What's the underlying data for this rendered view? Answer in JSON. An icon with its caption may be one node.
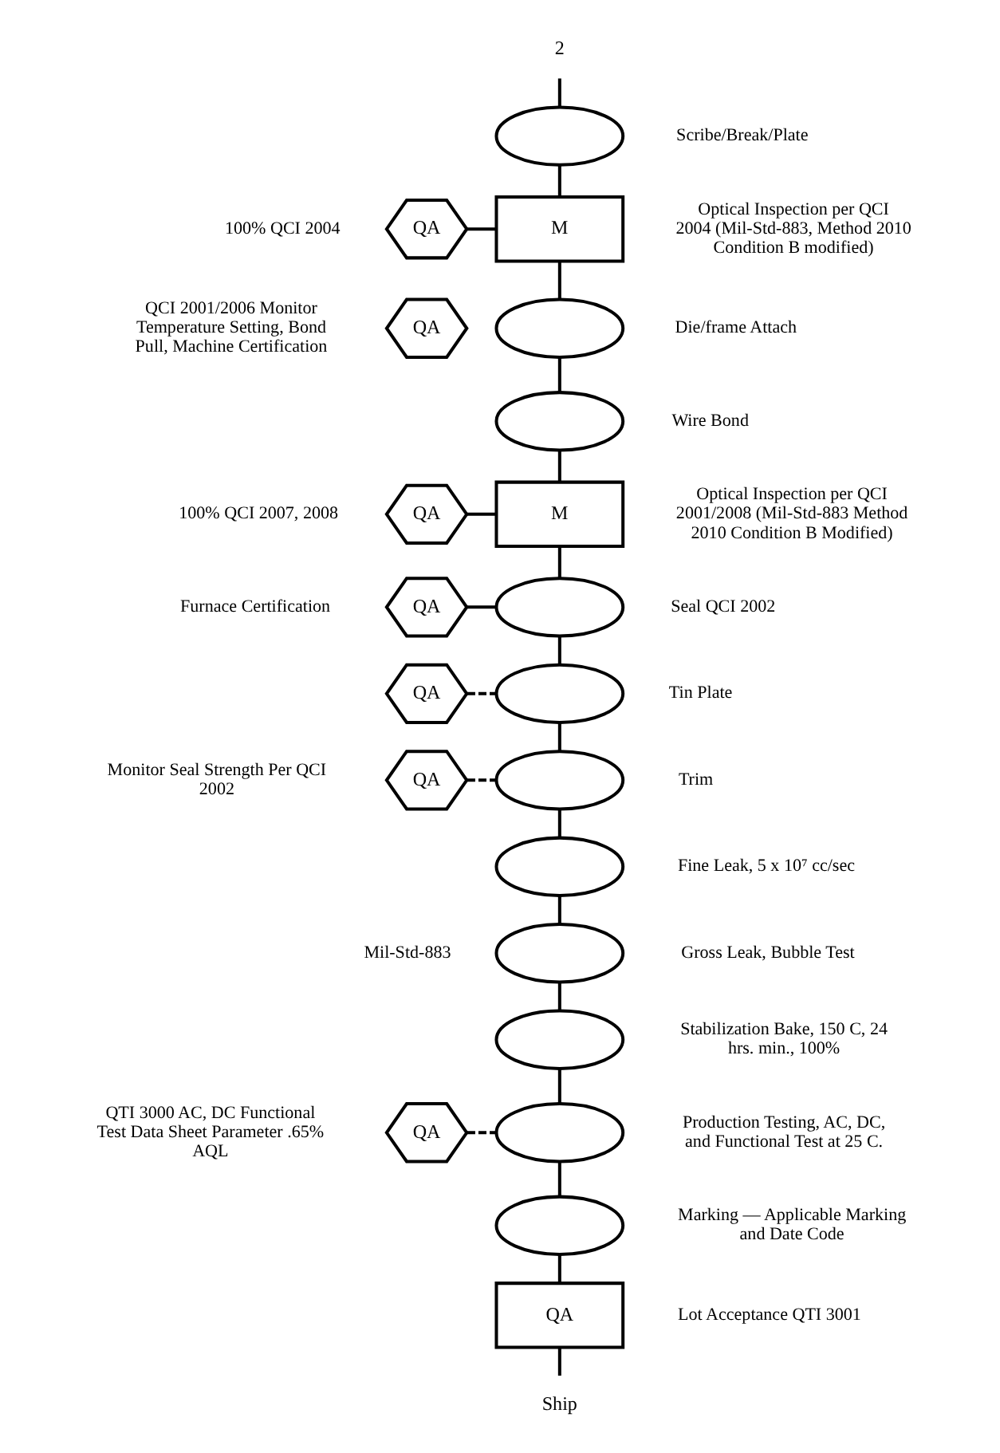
{
  "diagram": {
    "nodes": [
      {
        "text": [
          "2"
        ]
      },
      {
        "text": [],
        "shape": "ellipse",
        "beside": [
          "Scribe/Break/Plate"
        ]
      },
      {
        "text": [
          "M"
        ],
        "beside": [
          "Optical Inspection per QCI 2004 (Mil-Std-883, Method 2010 Condition B modified)"
        ]
      },
      {
        "text": [
          "QA"
        ],
        "beside": [
          "100% QCI 2004"
        ]
      },
      {
        "text": [
          "QA"
        ],
        "beside": [
          "QCI 2001/2006 Monitor Temperature Setting, Bond Pull, Machine Certification"
        ]
      },
      {
        "text": [],
        "shape": "ellipse",
        "beside": [
          "Die/frame Attach"
        ]
      },
      {
        "text": [],
        "shape": "ellipse",
        "beside": [
          "Wire Bond"
        ]
      },
      {
        "text": [
          "M"
        ],
        "beside": [
          "Optical Inspection per QCI 2001/2008 (Mil-Std-883 Method 2010 Condition B Modified)"
        ]
      },
      {
        "text": [
          "QA"
        ],
        "beside": [
          "100% QCI 2007, 2008"
        ]
      },
      {
        "text": [],
        "shape": "ellipse",
        "beside": [
          "Seal QCI 2002"
        ]
      },
      {
        "text": [
          "QA"
        ],
        "beside": [
          "Furnace Certification"
        ]
      },
      {
        "text": [],
        "shape": "ellipse",
        "beside": [
          "Tin Plate"
        ]
      },
      {
        "text": [
          "QA"
        ]
      },
      {
        "text": [],
        "shape": "ellipse",
        "beside": [
          "Trim"
        ]
      },
      {
        "text": [
          "QA"
        ],
        "beside": [
          "Monitor Seal Strength Per QCI 2002"
        ]
      },
      {
        "text": [],
        "shape": "ellipse",
        "beside": [
          "Fine Leak, 5 x 10⁷ cc/sec"
        ]
      },
      {
        "text": [],
        "shape": "ellipse",
        "beside": [
          "Mil-Std-883",
          "Gross Leak, Bubble Test"
        ]
      },
      {
        "text": [],
        "shape": "ellipse",
        "beside": [
          "Stabilization Bake, 150 C, 24 hrs. min., 100%"
        ]
      },
      {
        "text": [],
        "shape": "ellipse",
        "beside": [
          "Production Testing, AC, DC, and Functional Test at 25 C."
        ]
      },
      {
        "text": [
          "QA"
        ],
        "beside": [
          "QTI 3000 AC, DC Functional Test Data Sheet Parameter .65% AQL"
        ]
      },
      {
        "text": [],
        "shape": "ellipse",
        "beside": [
          "Marking — Applicable Marking and Date Code"
        ]
      },
      {
        "text": [
          "QA"
        ],
        "beside": [
          "Lot Acceptance QTI 3001"
        ]
      },
      {
        "text": [
          "Ship"
        ]
      }
    ],
    "edges": [
      {
        "from": 0,
        "to": 1,
        "arrow": "none"
      },
      {
        "from": 1,
        "to": 2,
        "arrow": "none"
      },
      {
        "from": 3,
        "to": 2,
        "arrow": "none"
      },
      {
        "from": 2,
        "to": 5,
        "arrow": "none"
      },
      {
        "from": 5,
        "to": 6,
        "arrow": "none"
      },
      {
        "from": 6,
        "to": 7,
        "arrow": "none"
      },
      {
        "from": 8,
        "to": 7,
        "arrow": "none"
      },
      {
        "from": 7,
        "to": 9,
        "arrow": "none"
      },
      {
        "from": 10,
        "to": 9,
        "arrow": "none"
      },
      {
        "from": 9,
        "to": 11,
        "arrow": "none"
      },
      {
        "from": 12,
        "to": 11,
        "arrow": "none",
        "style": "dashed"
      },
      {
        "from": 11,
        "to": 13,
        "arrow": "none"
      },
      {
        "from": 14,
        "to": 13,
        "arrow": "none",
        "style": "dashed"
      },
      {
        "from": 13,
        "to": 15,
        "arrow": "none"
      },
      {
        "from": 15,
        "to": 16,
        "arrow": "none"
      },
      {
        "from": 16,
        "to": 17,
        "arrow": "none"
      },
      {
        "from": 17,
        "to": 18,
        "arrow": "none"
      },
      {
        "from": 19,
        "to": 18,
        "arrow": "none",
        "style": "dashed"
      },
      {
        "from": 18,
        "to": 20,
        "arrow": "none"
      },
      {
        "from": 20,
        "to": 21,
        "arrow": "none"
      },
      {
        "from": 21,
        "to": 22,
        "arrow": "none"
      }
    ]
  }
}
